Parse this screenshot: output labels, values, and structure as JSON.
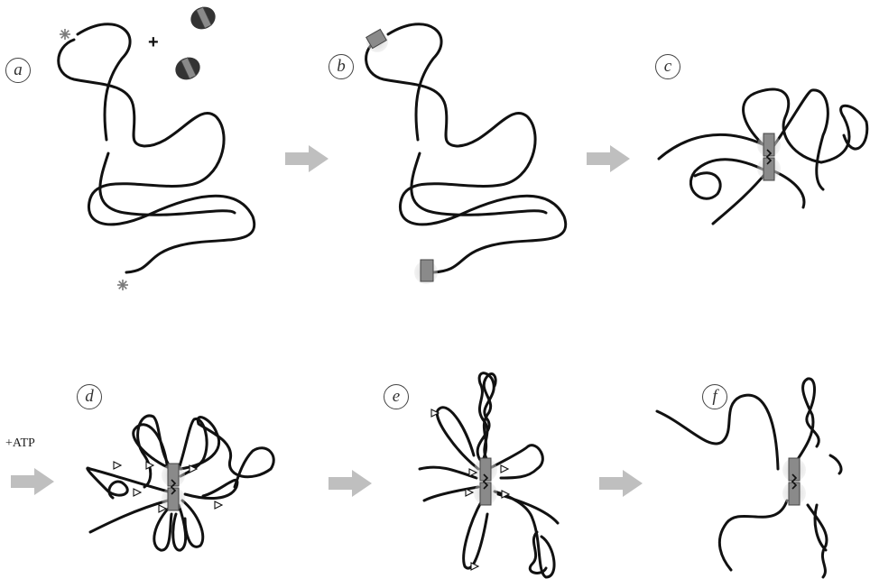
{
  "panels": [
    {
      "label": "a"
    },
    {
      "label": "b"
    },
    {
      "label": "c"
    },
    {
      "label": "d"
    },
    {
      "label": "e"
    },
    {
      "label": "f"
    }
  ],
  "atp_label": "+ATP",
  "plus_sign": "+",
  "colors": {
    "dna": "#111111",
    "arrow": "#bfbfbf",
    "protein_box": "#8a8a8a",
    "halo": "#d4d4d4",
    "protein_dark": "#333333",
    "star": "#7a7a7a"
  }
}
